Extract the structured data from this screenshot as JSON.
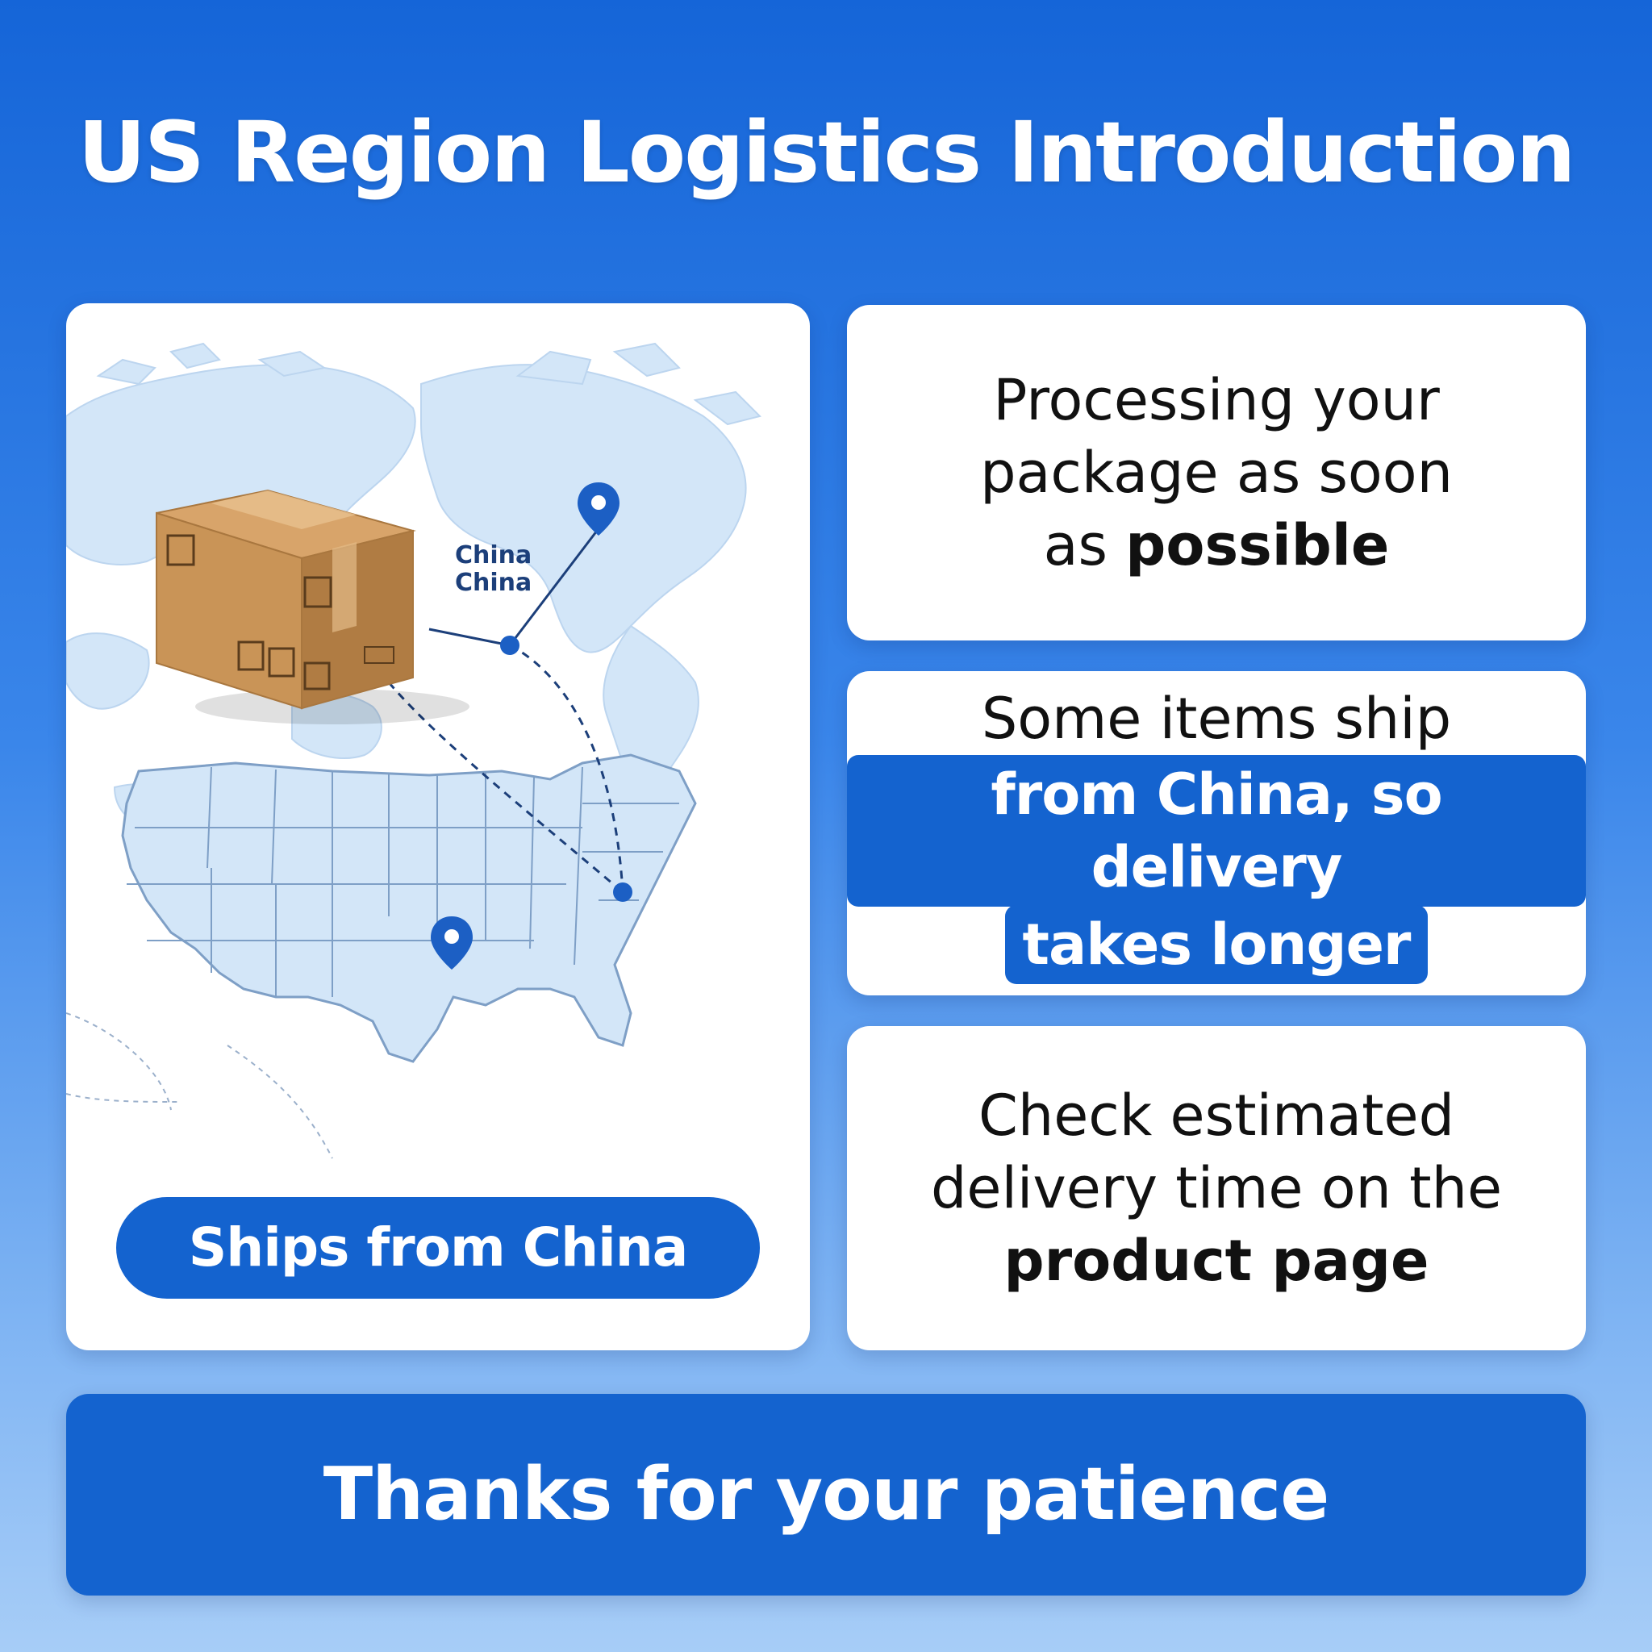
{
  "title": "US Region Logistics Introduction",
  "map": {
    "label_line1": "China",
    "label_line2": "China",
    "ships_label": "Ships from China"
  },
  "cards": [
    {
      "line1": "Processing your",
      "line2": "package as soon",
      "line3_pre": "as ",
      "line3_bold": "possible"
    },
    {
      "line1": "Some items ship",
      "highlight1": "from China, so delivery",
      "highlight2": "takes longer"
    },
    {
      "line1": "Check estimated",
      "line2": "delivery time on the",
      "line3_bold": "product page"
    }
  ],
  "footer": "Thanks for your patience",
  "colors": {
    "accent": "#1463cf",
    "map_fill": "#d3e6f8",
    "map_stroke": "#7e9fc6",
    "route": "#1c3f7a"
  }
}
